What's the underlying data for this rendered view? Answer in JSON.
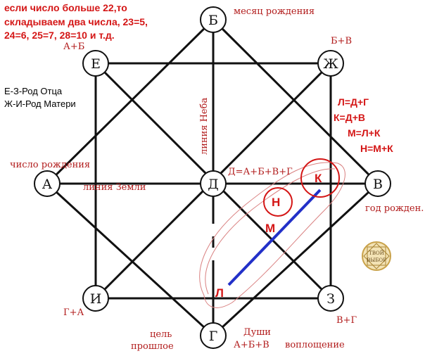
{
  "rule_text": {
    "line1": "если число больше 22,то",
    "line2": "складываем два числа, 23=5,",
    "line3": "24=6, 25=7, 28=10 и т.д."
  },
  "lineage": {
    "father": "Е-З-Род Отца",
    "mother": "Ж-И-Род Матери"
  },
  "formulas": [
    "Л=Д+Г",
    "К=Д+В",
    "М=Л+К",
    "Н=М+К"
  ],
  "nodes": {
    "B_top": "Б",
    "E": "Е",
    "Zh": "Ж",
    "A": "А",
    "D": "Д",
    "V": "В",
    "I": "И",
    "Z": "З",
    "G": "Г"
  },
  "labels": {
    "birth_month": "месяц рождения",
    "a_plus_b": "А+Б",
    "b_plus_v": "Б+В",
    "birth_day": "число рождения",
    "earth_line": "линия Земли",
    "sky_line": "линия Неба",
    "d_formula": "Д=А+Б+В+Г",
    "birth_year": "год рожден.",
    "g_plus_a": "Г+А",
    "v_plus_g": "В+Г",
    "goal": "цель",
    "past": "прошлое",
    "souls": "Души",
    "a_b_v": "А+Б+В",
    "embodiment": "воплощение"
  },
  "markers": {
    "K": "К",
    "N": "Н",
    "M": "М",
    "L": "Л"
  },
  "seal": {
    "line1": "ТВОЙ",
    "line2": "ВЫБОР"
  },
  "colors": {
    "line": "#111111",
    "red": "#d41616",
    "dark_red": "#b11a1a",
    "blue": "#2230c8",
    "seal_gold": "#c9a24a"
  }
}
